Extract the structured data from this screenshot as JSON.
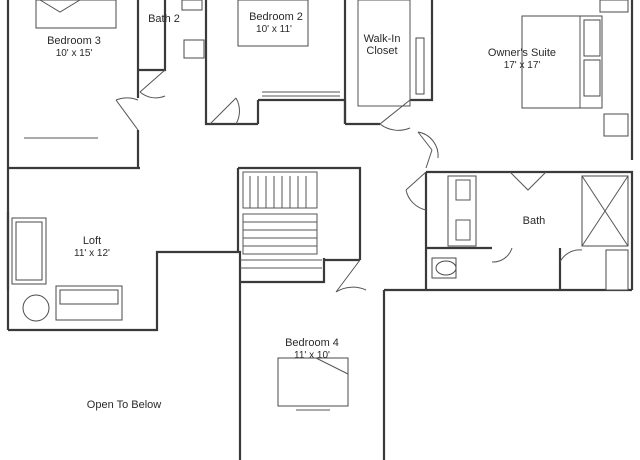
{
  "rooms": {
    "bedroom3": {
      "name": "Bedroom 3",
      "dims": "10' x 15'"
    },
    "bath2": {
      "name": "Bath 2"
    },
    "bedroom2": {
      "name": "Bedroom 2",
      "dims": "10' x 11'"
    },
    "walkin": {
      "line1": "Walk-In",
      "line2": "Closet"
    },
    "owners": {
      "name": "Owner's Suite",
      "dims": "17' x 17'"
    },
    "loft": {
      "name": "Loft",
      "dims": "11' x 12'"
    },
    "bath": {
      "name": "Bath"
    },
    "bedroom4": {
      "name": "Bedroom 4",
      "dims": "11' x 10'"
    },
    "open": {
      "name": "Open To Below"
    }
  }
}
